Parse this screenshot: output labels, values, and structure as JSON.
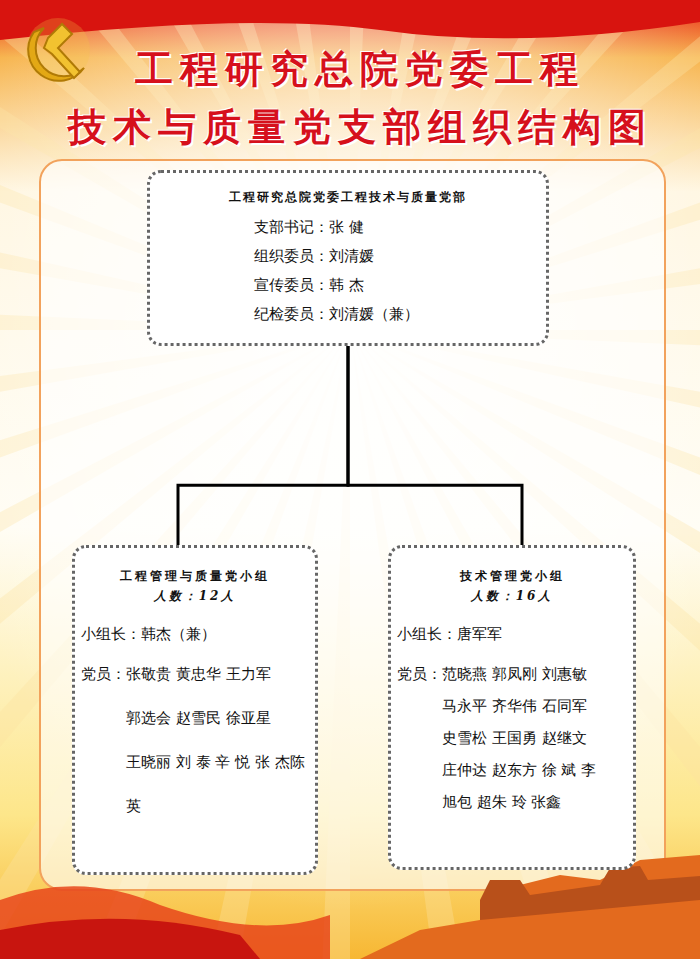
{
  "diagram": {
    "title": "工程研究总院党委工程 技术与质量党支部组织结构图",
    "nodes": [
      {
        "text": [
          "工程研究总院党委工程技术与质量党部",
          "支部书记：张 健",
          "组织委员：刘清媛",
          "宣传委员：韩 杰",
          "纪检委员：刘清媛（兼）"
        ]
      },
      {
        "text": [
          "工程管理与质量党小组",
          "人数：12人",
          "小组长：韩杰（兼）",
          "党员：张敬贵 黄忠华 王力军 郭选会 赵雪民 徐亚星 王晓丽 刘 泰 辛 悦 张 杰陈 英"
        ]
      },
      {
        "text": [
          "技术管理党小组",
          "人数：16人",
          "小组长：唐军军",
          "党员：范晓燕 郭凤刚 刘惠敏 马永平 齐华伟 石同军 史雪松 王国勇 赵继文 庄仲达 赵东方 徐 斌 李 旭包 超朱 玲 张鑫"
        ]
      }
    ],
    "edges": [
      {
        "from": 0,
        "to": 1,
        "arrow": "none"
      },
      {
        "from": 0,
        "to": 2,
        "arrow": "none"
      }
    ]
  }
}
